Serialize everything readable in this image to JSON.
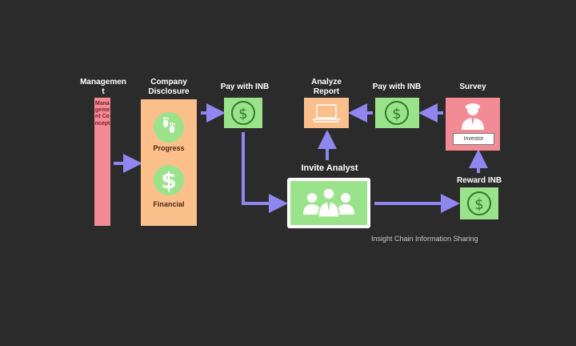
{
  "labels": {
    "management": "Managemen t",
    "management_concept": "Management Concept",
    "company_disclosure": "Company Disclosure",
    "progress": "Progress",
    "financial": "Financial",
    "pay_with_inb_1": "Pay with INB",
    "analyze_report": "Analyze Report",
    "pay_with_inb_2": "Pay with INB",
    "survey": "Survey",
    "investor": "Investor",
    "invite_analyst": "Invite Analyst",
    "reward_inb": "Reward INB",
    "footer": "Insight Chain Information Sharing"
  },
  "colors": {
    "background": "#2b2b2b",
    "green": "#9be38a",
    "orange": "#fbbf8c",
    "pink": "#f28b95",
    "arrow": "#8f87ef"
  },
  "icons": {
    "progress": "footprints-icon",
    "financial": "dollar-icon",
    "pay": "dollar-coin-icon",
    "report": "laptop-icon",
    "investor": "person-icon",
    "analyst": "group-icon"
  }
}
